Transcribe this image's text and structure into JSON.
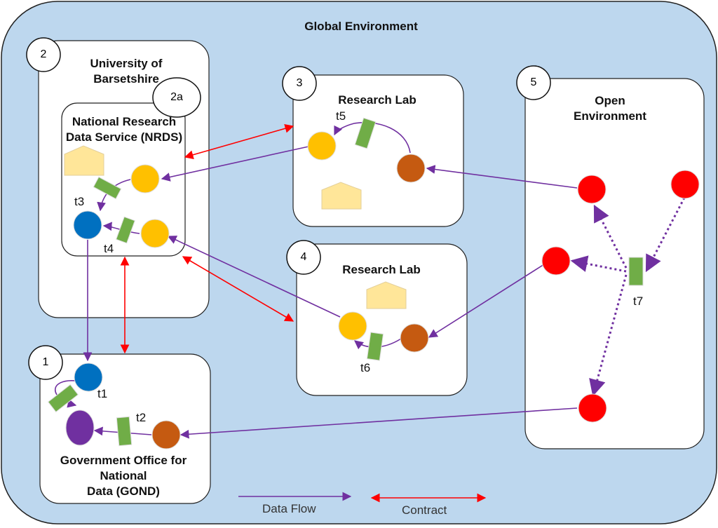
{
  "title": "Global Environment",
  "boxes": {
    "gond": {
      "number": "1",
      "label_line1": "Government Office for",
      "label_line2": "National",
      "label_line3": "Data (GOND)"
    },
    "university": {
      "number": "2",
      "label_line1": "University of",
      "label_line2": "Barsetshire"
    },
    "nrds": {
      "number": "2a",
      "label_line1": "National Research",
      "label_line2": "Data Service (NRDS)"
    },
    "lab3": {
      "number": "3",
      "label": "Research Lab"
    },
    "lab4": {
      "number": "4",
      "label": "Research Lab"
    },
    "open": {
      "number": "5",
      "label_line1": "Open",
      "label_line2": "Environment"
    }
  },
  "transforms": {
    "t1": "t1",
    "t2": "t2",
    "t3": "t3",
    "t4": "t4",
    "t5": "t5",
    "t6": "t6",
    "t7": "t7"
  },
  "legend": {
    "data_flow": "Data Flow",
    "contract": "Contract"
  },
  "colors": {
    "background": "#bdd7ee",
    "box": "#ffffff",
    "data_flow": "#7030a0",
    "contract": "#ff0000",
    "yellow": "#ffc000",
    "brown": "#c55a11",
    "blue": "#0070c0",
    "purple": "#7030a0",
    "red": "#ff0000",
    "green": "#70ad47",
    "house": "#ffe699"
  }
}
